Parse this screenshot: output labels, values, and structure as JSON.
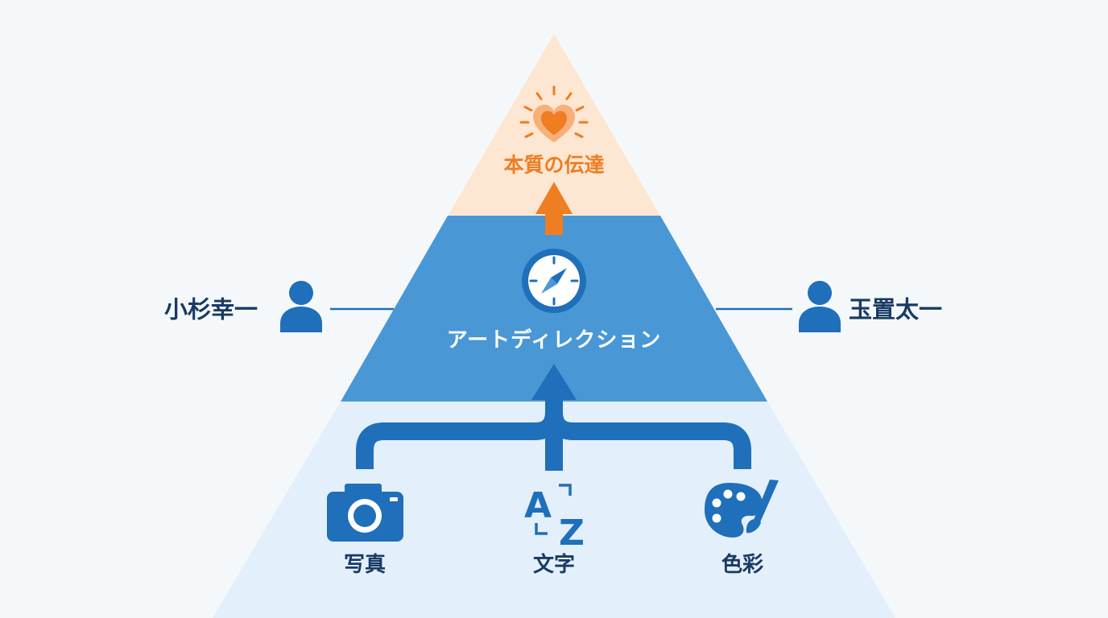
{
  "colors": {
    "background": "#f5f8fb",
    "top_tier": "#fde7d3",
    "middle_tier": "#4a97d6",
    "base_tier": "#e3effb",
    "accent_orange": "#ef7d22",
    "accent_blue": "#1f6fba",
    "dark_text": "#183a63"
  },
  "pyramid": {
    "top": {
      "label": "本質の伝達",
      "icon": "heart-icon"
    },
    "middle": {
      "label": "アートディレクション",
      "icon": "compass-icon"
    },
    "base": {
      "items": [
        {
          "label": "写真",
          "icon": "camera-icon"
        },
        {
          "label": "文字",
          "icon": "typography-az-icon",
          "glyph_a": "A",
          "glyph_z": "Z"
        },
        {
          "label": "色彩",
          "icon": "palette-brush-icon"
        }
      ]
    }
  },
  "people": {
    "left": {
      "name": "小杉幸一",
      "icon": "person-icon"
    },
    "right": {
      "name": "玉置太一",
      "icon": "person-icon"
    }
  }
}
